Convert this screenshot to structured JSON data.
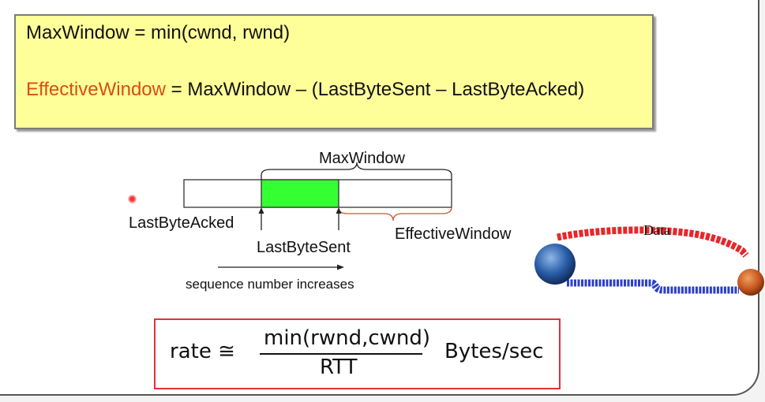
{
  "formula": {
    "max_window_def": "MaxWindow = min(cwnd, rwnd)",
    "effective_term": "EffectiveWindow",
    "effective_rest": " = MaxWindow – (LastByteSent – LastByteAcked)",
    "colors": {
      "box_fill": "#ffff99",
      "effective_term": "#d64d16"
    }
  },
  "diagram": {
    "max_window_label": "MaxWindow",
    "last_byte_acked_label": "LastByteAcked",
    "last_byte_sent_label": "LastByteSent",
    "effective_window_label": "EffectiveWindow",
    "sequence_label": "sequence number increases",
    "colors": {
      "in_flight": "#33ff33",
      "effective_brace": "#d0552a"
    }
  },
  "rate": {
    "lhs": "rate ≅",
    "numerator": "min(rwnd,cwnd)",
    "denominator": "RTT",
    "unit": "Bytes/sec",
    "colors": {
      "border": "#e0323a"
    }
  },
  "illustration": {
    "data_label": "Data",
    "colors": {
      "data_packets": "#e8262a",
      "ack_packets": "#2c40c8"
    }
  }
}
